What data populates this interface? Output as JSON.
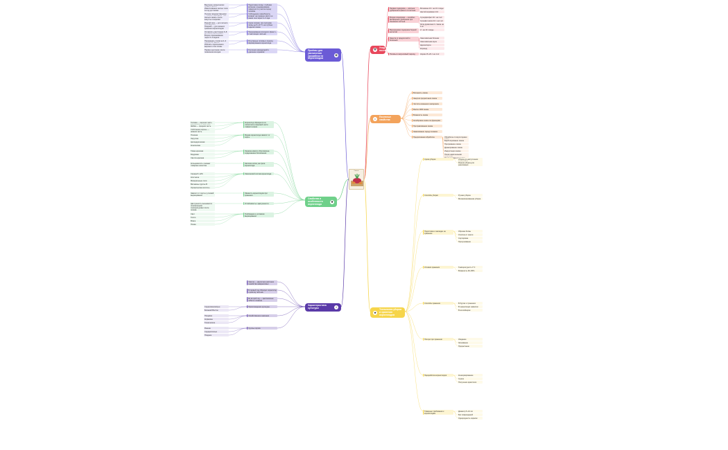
{
  "center": {
    "title": "Свекла",
    "subtitle": "Столовая свекла — возделывание культуры"
  },
  "colors": {
    "purple": "#6b5bd6",
    "red": "#e8485c",
    "orange": "#f3a35c",
    "teal": "#2fb7c9",
    "green": "#6fd08a",
    "yellow": "#f6d54a",
    "violet": "#5a3aa8",
    "blue": "#6f7fe8"
  },
  "branches": [
    {
      "id": "b1",
      "label": "Приёмы для увеличения урожайности корнеплодов",
      "icon": "sprout-icon",
      "colorKey": "purple",
      "side": "left",
      "groups": [
        {
          "text": "Подготовка почвы: глубокая вспашка и выравнивание поверхности участка перед посевом",
          "subs": [
            "Внесение органических удобрений под предшественник",
            "Известкование кислых почв за год до посева"
          ]
        },
        {
          "text": "Соблюдение севооборота, возврат на прежнее место не ранее чем через 3–4 года",
          "subs": [
            "Лучшие предшественники — огурец, картофель, лук",
            "Нельзя сажать после капусты и моркови"
          ]
        },
        {
          "text": "Сроки посева: при прогреве почвы до 8–10 °C на глубине заделки семян",
          "subs": [
            "Ранний срок — для летнего потребления",
            "Поздний — для зимнего хранения корнеплодов"
          ]
        },
        {
          "text": "Прореживание всходов в фазе 1–2 настоящих листьев",
          "subs": [
            "Оставлять расстояние 6–8 см между растениями",
            "Второе прореживание через 3–4 недели"
          ]
        },
        {
          "text": "Регулярные поливы в период формирования корнеплода",
          "subs": [
            "Прекращать полив за 2–3 недели до уборки",
            "Избегать пересыхания верхнего слоя почвы"
          ]
        },
        {
          "text": "Рыхление междурядий и удаление сорняков",
          "subs": [
            "Первое рыхление после появления всходов"
          ]
        }
      ]
    },
    {
      "id": "b2",
      "label": "Уход за посевами",
      "icon": "shield-icon",
      "colorKey": "red",
      "side": "right",
      "groups": [
        {
          "text": "Первая подкормка — азотные удобрения в фазе 2–3 листьев",
          "subs": [
            "Мочевина 10 г на 10 л воды",
            "Настой коровяка 1:10"
          ]
        },
        {
          "text": "Вторая подкормка — калийно-фосфорные удобрения при смыкании листьев",
          "subs": [
            "Суперфосфат 20 г на 1 м²",
            "Сульфат калия 10 г на 1 м²",
            "Зола древесная 1 стакан на 1 м²"
          ]
        },
        {
          "text": "Внекорневая подкормка борной кислотой",
          "subs": [
            "2 г на 10 л воды"
          ]
        },
        {
          "text": "Защита от вредителей и болезней",
          "subs": [
            "Свекловичная блошка",
            "Свекловичная муха",
            "Церкоспороз",
            "Корнеед"
          ]
        },
        {
          "text": "Поливы в засушливый период",
          "subs": [
            "Норма 15–20 л на 1 м²"
          ]
        }
      ]
    },
    {
      "id": "b3",
      "label": "Посевные свойства",
      "icon": "bulb-icon",
      "colorKey": "orange",
      "side": "right",
      "groups": [
        {
          "text": "Всхожесть семян",
          "subs": []
        },
        {
          "text": "Энергия прорастания семян",
          "subs": []
        },
        {
          "text": "Чистота семенного материала",
          "subs": []
        },
        {
          "text": "Масса 1000 семян",
          "subs": []
        },
        {
          "text": "Влажность семян",
          "subs": []
        },
        {
          "text": "Калибровка семян по фракциям",
          "subs": []
        },
        {
          "text": "Протравливание семян",
          "subs": []
        },
        {
          "text": "Замачивание перед посевом",
          "subs": []
        },
        {
          "text": "Предпосевная обработка",
          "subs": [
            "Обработка стимуляторами роста",
            "Барботирование семян",
            "Прогревание семян",
            "Дражирование семян",
            "Инкрустация семян",
            "Посев намоченными семенами",
            "Посев сухими семенами"
          ]
        }
      ]
    },
    {
      "id": "b4",
      "label": "Свойства и особенности корнеплода",
      "icon": "leaf-icon",
      "colorKey": "green",
      "side": "left",
      "groups": [
        {
          "text": "Корнеплод образуется из гипокотиля и верхней части главного корня",
          "subs": [
            "Головка — верхняя часть корнеплода с листьями",
            "Шейка — средняя часть",
            "Собственно корень — нижняя часть"
          ]
        },
        {
          "text": "Форма корнеплода зависит от сорта",
          "subs": [
            "Плоская",
            "Округлая",
            "Цилиндрическая",
            "Коническая"
          ]
        },
        {
          "text": "Окраска мякоти обусловлена содержанием беталаинов",
          "subs": [
            "Тёмно-красная",
            "Бордовая",
            "Светло-красная"
          ]
        },
        {
          "text": "Наличие колец на срезе корнеплода",
          "subs": [
            "Кольцеватость снижает товарные качества"
          ]
        },
        {
          "text": "Химический состав корнеплода",
          "subs": [
            "Сахара 8–12%",
            "Клетчатка",
            "Минеральные соли",
            "Витамины группы B",
            "Органические кислоты"
          ]
        },
        {
          "text": "Лёжкость корнеплодов при хранении",
          "subs": [
            "Зависит от сорта и условий выращивания"
          ]
        },
        {
          "text": "Устойчивость к цветушности",
          "subs": [
            "Цветушность вызывается пониженными температурами после посева"
          ]
        },
        {
          "text": "Требования к условиям выращивания",
          "subs": [
            "Свет",
            "Тепло",
            "Влага",
            "Почва"
          ]
        }
      ]
    },
    {
      "id": "b5",
      "label": "Характеристика культуры",
      "icon": "info-icon",
      "colorKey": "violet",
      "side": "left",
      "groups": [
        {
          "text": "Свекла — двулетнее растение семейства амарантовых",
          "subs": []
        },
        {
          "text": "В первый год образует корнеплод и розетку листьев",
          "subs": []
        },
        {
          "text": "Во второй год — цветоносные побеги и семена",
          "subs": []
        },
        {
          "text": "Происхождение культуры",
          "subs": [
            "Средиземноморье",
            "Ближний Восток"
          ]
        },
        {
          "text": "Хозяйственное значение",
          "subs": [
            "Пищевое",
            "Кормовое",
            "Техническое"
          ]
        },
        {
          "text": "Группы сортов",
          "subs": [
            "Ранние",
            "Среднеспелые",
            "Поздние"
          ]
        }
      ]
    },
    {
      "id": "b6",
      "label": "Технология уборки и хранения корнеплодов",
      "icon": "star-icon",
      "colorKey": "yellow",
      "side": "right",
      "groups": [
        {
          "text": "Сроки уборки",
          "subs": [
            "Уборка до наступления заморозков",
            "Ранняя уборка для реализации"
          ]
        },
        {
          "text": "Способы уборки",
          "subs": [
            "Ручная уборка",
            "Механизированная уборка"
          ]
        },
        {
          "text": "Подготовка к закладке на хранение",
          "subs": [
            "Обрезка ботвы",
            "Очистка от земли",
            "Сортировка",
            "Просушивание"
          ]
        },
        {
          "text": "Условия хранения",
          "subs": [
            "Температура 0–2 °C",
            "Влажность 90–95%"
          ]
        },
        {
          "text": "Способы хранения",
          "subs": [
            "В буртах и траншеях",
            "В хранилищах навалом",
            "В контейнерах"
          ]
        },
        {
          "text": "Потери при хранении",
          "subs": [
            "Увядание",
            "Загнивание",
            "Прорастание"
          ]
        },
        {
          "text": "Переработка корнеплодов",
          "subs": [
            "Консервирование",
            "Сушка",
            "Получение красителя"
          ]
        },
        {
          "text": "Товарные требования к корнеплодам",
          "subs": [
            "Диаметр 5–10 см",
            "Без повреждений",
            "Однородность окраски"
          ]
        }
      ]
    }
  ]
}
